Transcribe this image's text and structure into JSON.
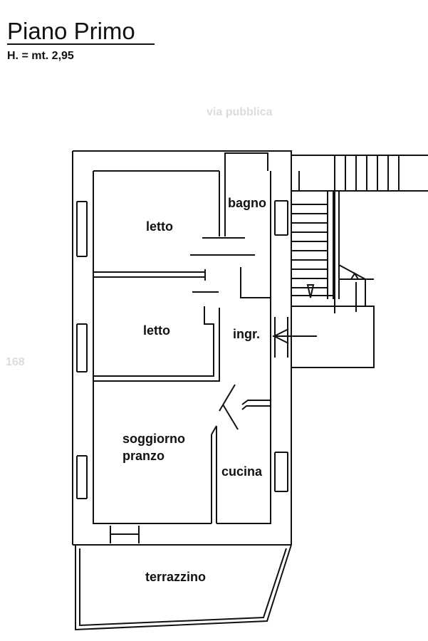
{
  "header": {
    "title": "Piano Primo",
    "height_note": "H. = mt. 2,95"
  },
  "faded_text": {
    "top": "via pubblica",
    "left": "168"
  },
  "rooms": {
    "letto_top": "letto",
    "bagno": "bagno",
    "letto_mid": "letto",
    "ingresso": "ingr.",
    "soggiorno_line1": "soggiorno",
    "soggiorno_line2": "pranzo",
    "cucina": "cucina",
    "terrazzino": "terrazzino"
  }
}
